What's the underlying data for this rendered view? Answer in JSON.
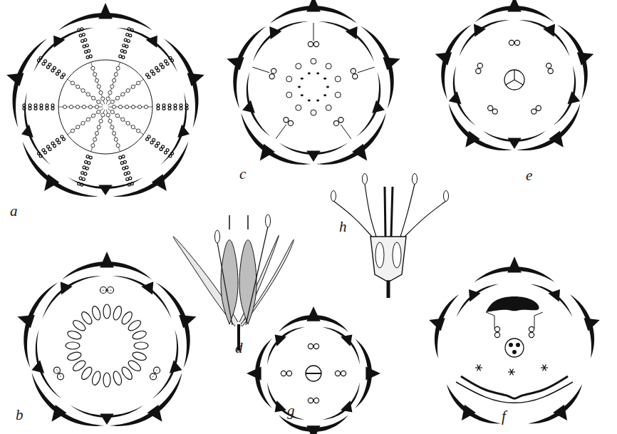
{
  "diagram": {
    "labels": [
      "a",
      "c",
      "e",
      "d",
      "h",
      "b",
      "g",
      "f"
    ]
  }
}
